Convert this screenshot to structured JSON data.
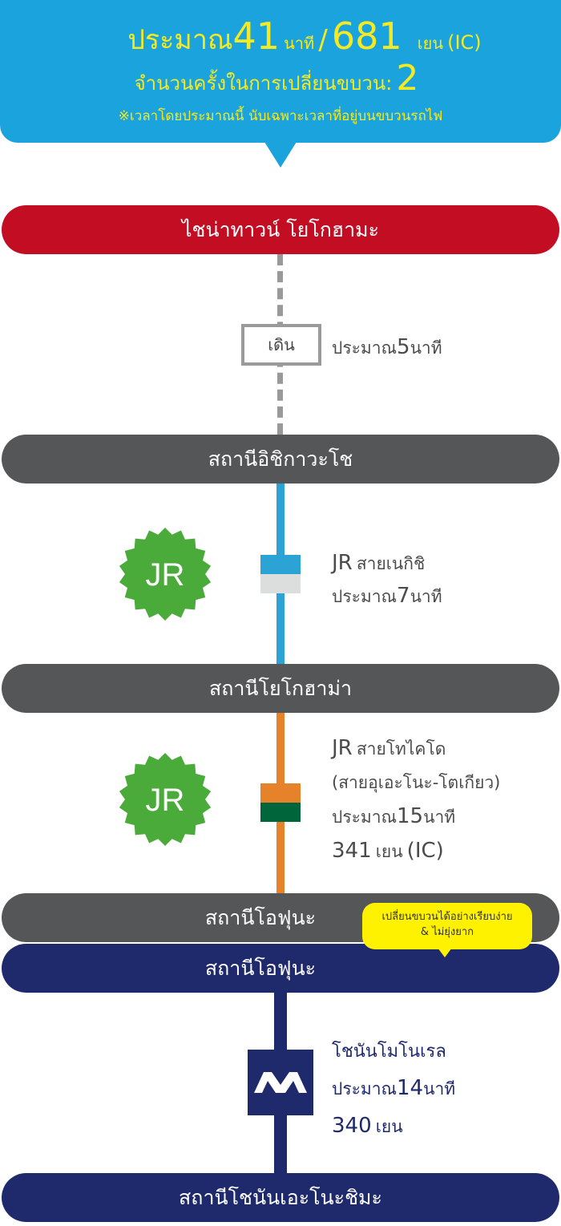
{
  "summary": {
    "duration_label": "ประมาณ",
    "duration_value": "41",
    "duration_unit": "นาที",
    "separator": "/",
    "fare_value": "681",
    "fare_unit": "เยน",
    "fare_type": "(IC)",
    "transfers_label": "จำนวนครั้งในการเปลี่ยนขบวน:",
    "transfers_value": "2",
    "note": "※เวลาโดยประมาณนี้ นับเฉพาะเวลาที่อยู่บนขบวนรถไฟ"
  },
  "stations": {
    "s1": "ไชน่าทาวน์ โยโกฮามะ",
    "s2": "สถานีอิชิกาวะโช",
    "s3": "สถานีโยโกฮาม่า",
    "s4a": "สถานีโอฟุนะ",
    "s4b": "สถานีโอฟุนะ",
    "s5": "สถานีโชนันเอะโนะชิมะ"
  },
  "segments": {
    "walk": {
      "badge": "เดิน",
      "time_label": "ประมาณ",
      "time_value": "5",
      "time_unit": "นาที"
    },
    "jr_negishi": {
      "logo": "JR",
      "line_prefix": "JR",
      "line_name": "สายเนกิชิ",
      "time_label": "ประมาณ",
      "time_value": "7",
      "time_unit": "นาที",
      "colors": [
        "#2ba3d4",
        "#dcdddd"
      ]
    },
    "jr_tokaido": {
      "logo": "JR",
      "line_prefix": "JR",
      "line_name": "สายโทไคโด",
      "line_sub": "(สายอุเอะโนะ-โตเกียว)",
      "time_label": "ประมาณ",
      "time_value": "15",
      "time_unit": "นาที",
      "fare_value": "341",
      "fare_unit": "เยน",
      "fare_type": "(IC)",
      "colors": [
        "#e5822a",
        "#00653a"
      ]
    },
    "monorail": {
      "line_name": "โชนันโมโนเรล",
      "time_label": "ประมาณ",
      "time_value": "14",
      "time_unit": "นาที",
      "fare_value": "340",
      "fare_unit": "เยน",
      "icon": "shonan-monorail-logo-icon"
    }
  },
  "tooltip": {
    "line1": "เปลี่ยนขบวนได้อย่างเรียบง่าย",
    "line2": "& ไม่ยุ่งยาก"
  },
  "colors": {
    "summary_bg": "#1aa3dd",
    "summary_text": "#f5ea22",
    "station_red": "#c30d23",
    "station_gray": "#555657",
    "station_navy": "#1e2a6c",
    "jr_green": "#4aab3a"
  }
}
